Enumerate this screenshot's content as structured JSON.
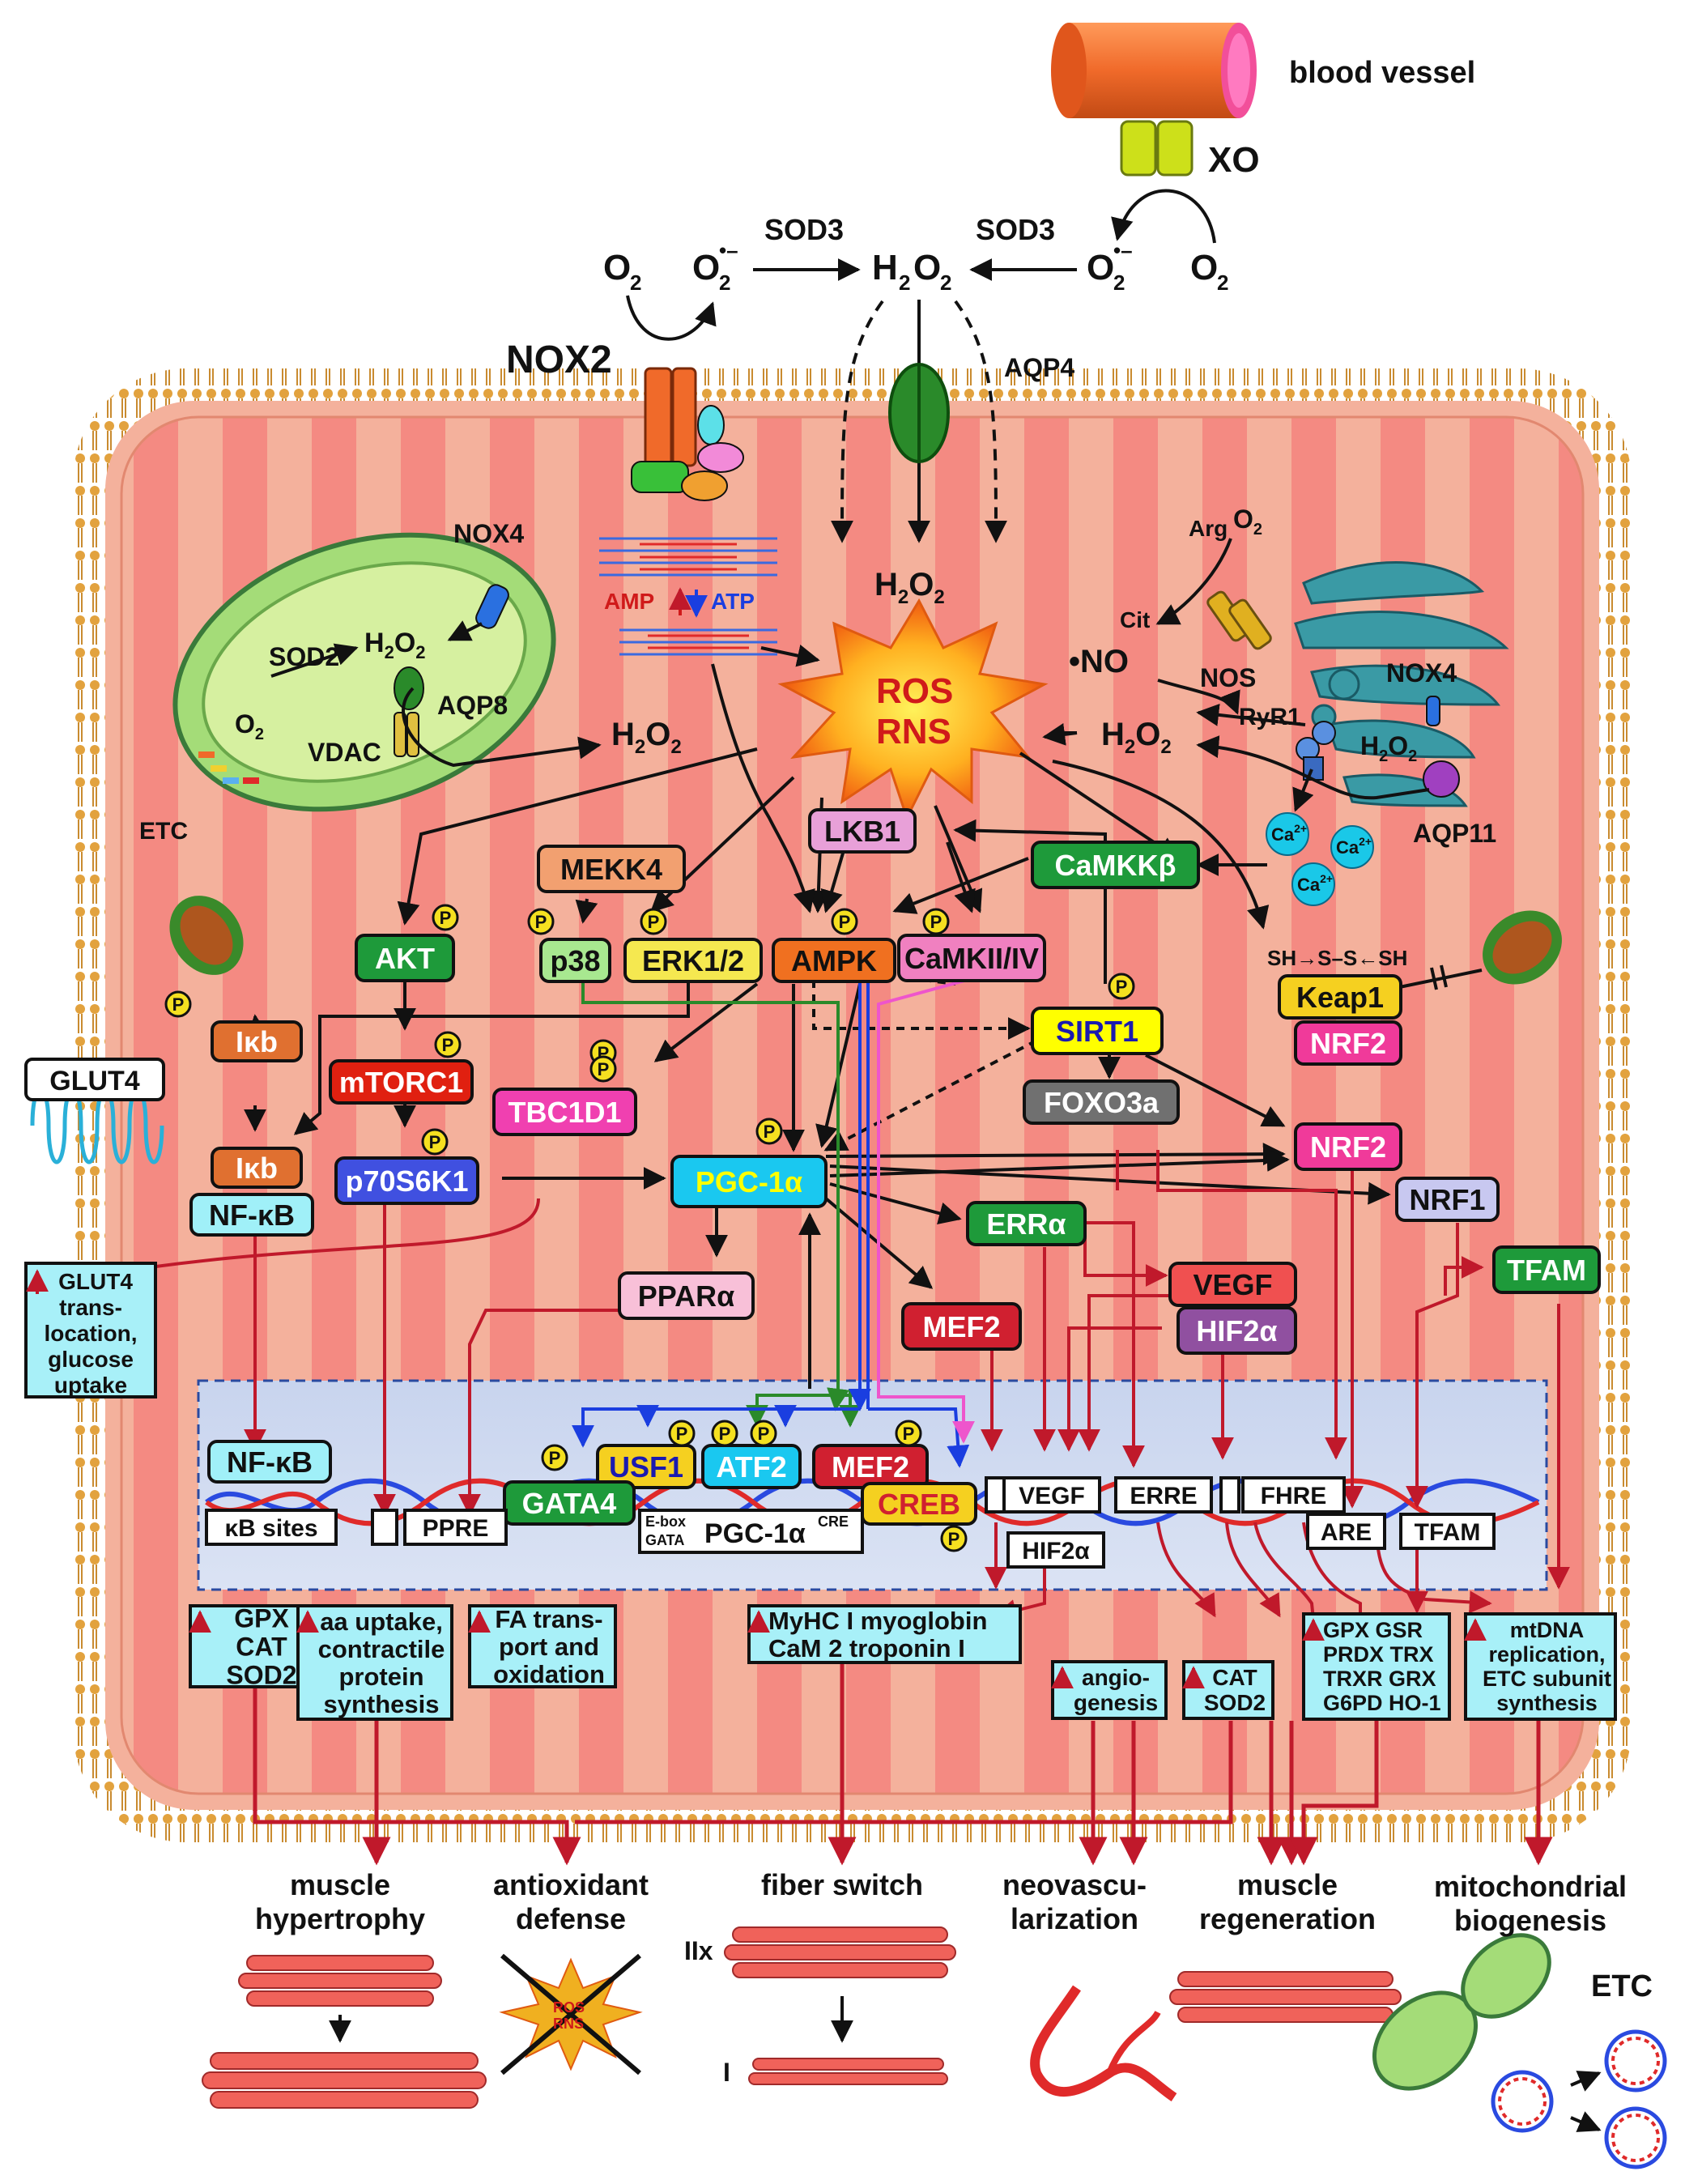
{
  "colors": {
    "cell_fill": "#f4b19c",
    "cell_stripe": "#f48a82",
    "membrane": "#e2a23e",
    "nucleus_fill": "#d2dcf0",
    "red_arrow": "#c0192b",
    "black_arrow": "#111111",
    "vessel": "#f06a2a",
    "mito_green": "#a4dc78",
    "er_teal": "#3a9aa5"
  },
  "labels": {
    "blood_vessel": "blood vessel",
    "xo": "XO",
    "o2": "O",
    "o2_sub": "2",
    "sod3_left": "SOD3",
    "sod3_right": "SOD3",
    "h2o2": "H",
    "nox2": "NOX2",
    "aqp4": "AQP4",
    "nox4_mito": "NOX4",
    "nox4_er": "NOX4",
    "sod2": "SOD2",
    "aqp8": "AQP8",
    "vdac": "VDAC",
    "etc_left": "ETC",
    "amp": "AMP",
    "atp": "ATP",
    "ros": "ROS",
    "rns": "RNS",
    "arg": "Arg",
    "cit": "Cit",
    "no": "•NO",
    "nos": "NOS",
    "ryr1": "RyR1",
    "aqp11": "AQP11",
    "ca": "Ca",
    "sh_chain": "SH→S–S←SH",
    "glut4": "GLUT4"
  },
  "nodes": {
    "lkb1": "LKB1",
    "camkkb": "CaMKKβ",
    "mekk4": "MEKK4",
    "akt": "AKT",
    "p38": "p38",
    "erk": "ERK1/2",
    "ampk": "AMPK",
    "camk": "CaMKII/IV",
    "sirt1": "SIRT1",
    "keap1": "Keap1",
    "nrf2_top": "NRF2",
    "ikb_p": "Iκb",
    "ikb": "Iκb",
    "nfkb": "NF-κB",
    "mtorc1": "mTORC1",
    "tbc1d1": "TBC1D1",
    "foxo3a": "FOXO3a",
    "nrf2": "NRF2",
    "p70": "p70S6K1",
    "pgc": "PGC-1α",
    "nrf1": "NRF1",
    "erra": "ERRα",
    "tfam": "TFAM",
    "ppara": "PPARα",
    "vegf": "VEGF",
    "mef2": "MEF2",
    "hif2a": "HIF2α"
  },
  "glut4_box": [
    "GLUT4",
    "trans-",
    "location,",
    "glucose",
    "uptake"
  ],
  "nucleus": {
    "nfkb": "NF-κB",
    "usf1": "USF1",
    "atf2": "ATF2",
    "mef2": "MEF2",
    "gata4": "GATA4",
    "creb": "CREB",
    "kb_sites": "κB sites",
    "ppre": "PPRE",
    "ebox": "E-box",
    "gata": "GATA",
    "pgc": "PGC-1α",
    "cre": "CRE",
    "vegf": "VEGF",
    "erre": "ERRE",
    "fhre": "FHRE",
    "hif2a": "HIF2α",
    "are": "ARE",
    "tfam": "TFAM"
  },
  "phospho": "P",
  "output_boxes": {
    "antiox": [
      "GPX",
      "CAT",
      "SOD2"
    ],
    "aa": [
      "aa uptake,",
      "contractile",
      "protein",
      "synthesis"
    ],
    "fa": [
      "FA trans-",
      "port and",
      "oxidation"
    ],
    "myhc": [
      "MyHC I   myoglobin",
      "CaM 2    troponin I"
    ],
    "angio": [
      "angio-",
      "genesis"
    ],
    "cat": [
      "CAT",
      "SOD2"
    ],
    "gpx": [
      "GPX   GSR",
      "PRDX   TRX",
      "TRXR   GRX",
      "G6PD   HO-1"
    ],
    "mtdna": [
      "mtDNA",
      "replication,",
      "ETC subunit",
      "synthesis"
    ]
  },
  "outcomes": {
    "hypertrophy": [
      "muscle",
      "hypertrophy"
    ],
    "antioxidant": [
      "antioxidant",
      "defense"
    ],
    "fiber": [
      "fiber switch"
    ],
    "neovasc": [
      "neovascu-",
      "larization"
    ],
    "regen": [
      "muscle",
      "regeneration"
    ],
    "mito": [
      "mitochondrial",
      "biogenesis"
    ]
  },
  "fiber_labels": {
    "iix": "IIx",
    "i": "I"
  },
  "etc_bottom": "ETC"
}
